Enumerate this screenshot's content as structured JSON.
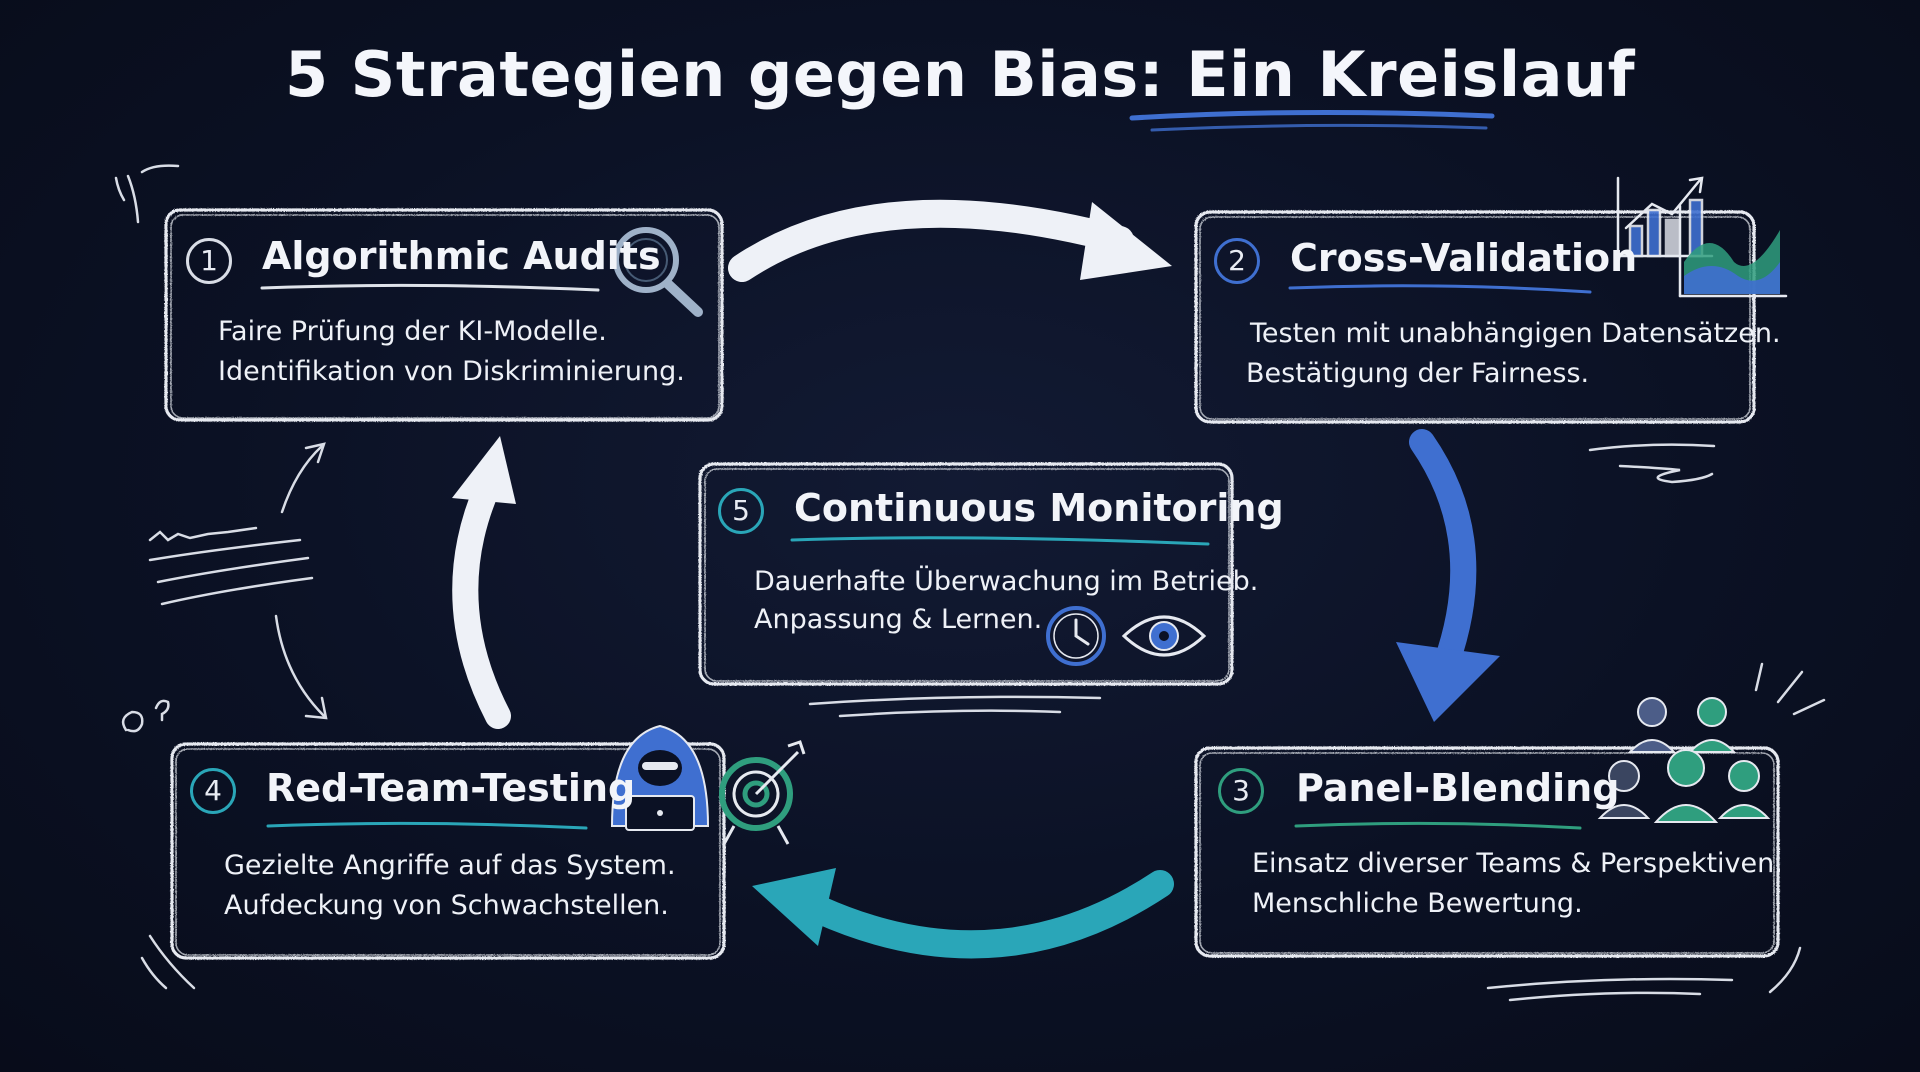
{
  "title": {
    "main": "5 Strategien gegen Bias: ",
    "highlight": "Ein Kreislauf"
  },
  "colors": {
    "background": "#0b1124",
    "chalk": "#e8ebf2",
    "blue": "#3f6fd0",
    "teal": "#2aa6b8",
    "green": "#2f9e7e"
  },
  "cards": [
    {
      "number": "1",
      "heading": "Algorithmic Audits",
      "lines": [
        "Faire Prüfung der KI-Modelle.",
        "Identifikation von Diskriminierung."
      ],
      "icons": [
        "magnifier-icon"
      ]
    },
    {
      "number": "2",
      "heading": "Cross-Validation",
      "lines": [
        "Testen mit unabhängigen Datensätzen.",
        "Bestätigung der Fairness."
      ],
      "icons": [
        "bar-chart-icon",
        "area-chart-icon"
      ]
    },
    {
      "number": "3",
      "heading": "Panel-Blending",
      "lines": [
        "Einsatz diverser Teams & Perspektiven.",
        "Menschliche Bewertung."
      ],
      "icons": [
        "people-group-icon"
      ]
    },
    {
      "number": "4",
      "heading": "Red-Team-Testing",
      "lines": [
        "Gezielte Angriffe auf das System.",
        "Aufdeckung von Schwachstellen."
      ],
      "icons": [
        "hacker-icon",
        "target-icon"
      ]
    },
    {
      "number": "5",
      "heading": "Continuous Monitoring",
      "lines": [
        "Dauerhafte Überwachung im Betrieb.",
        "Anpassung & Lernen."
      ],
      "icons": [
        "clock-icon",
        "eye-icon"
      ]
    }
  ]
}
